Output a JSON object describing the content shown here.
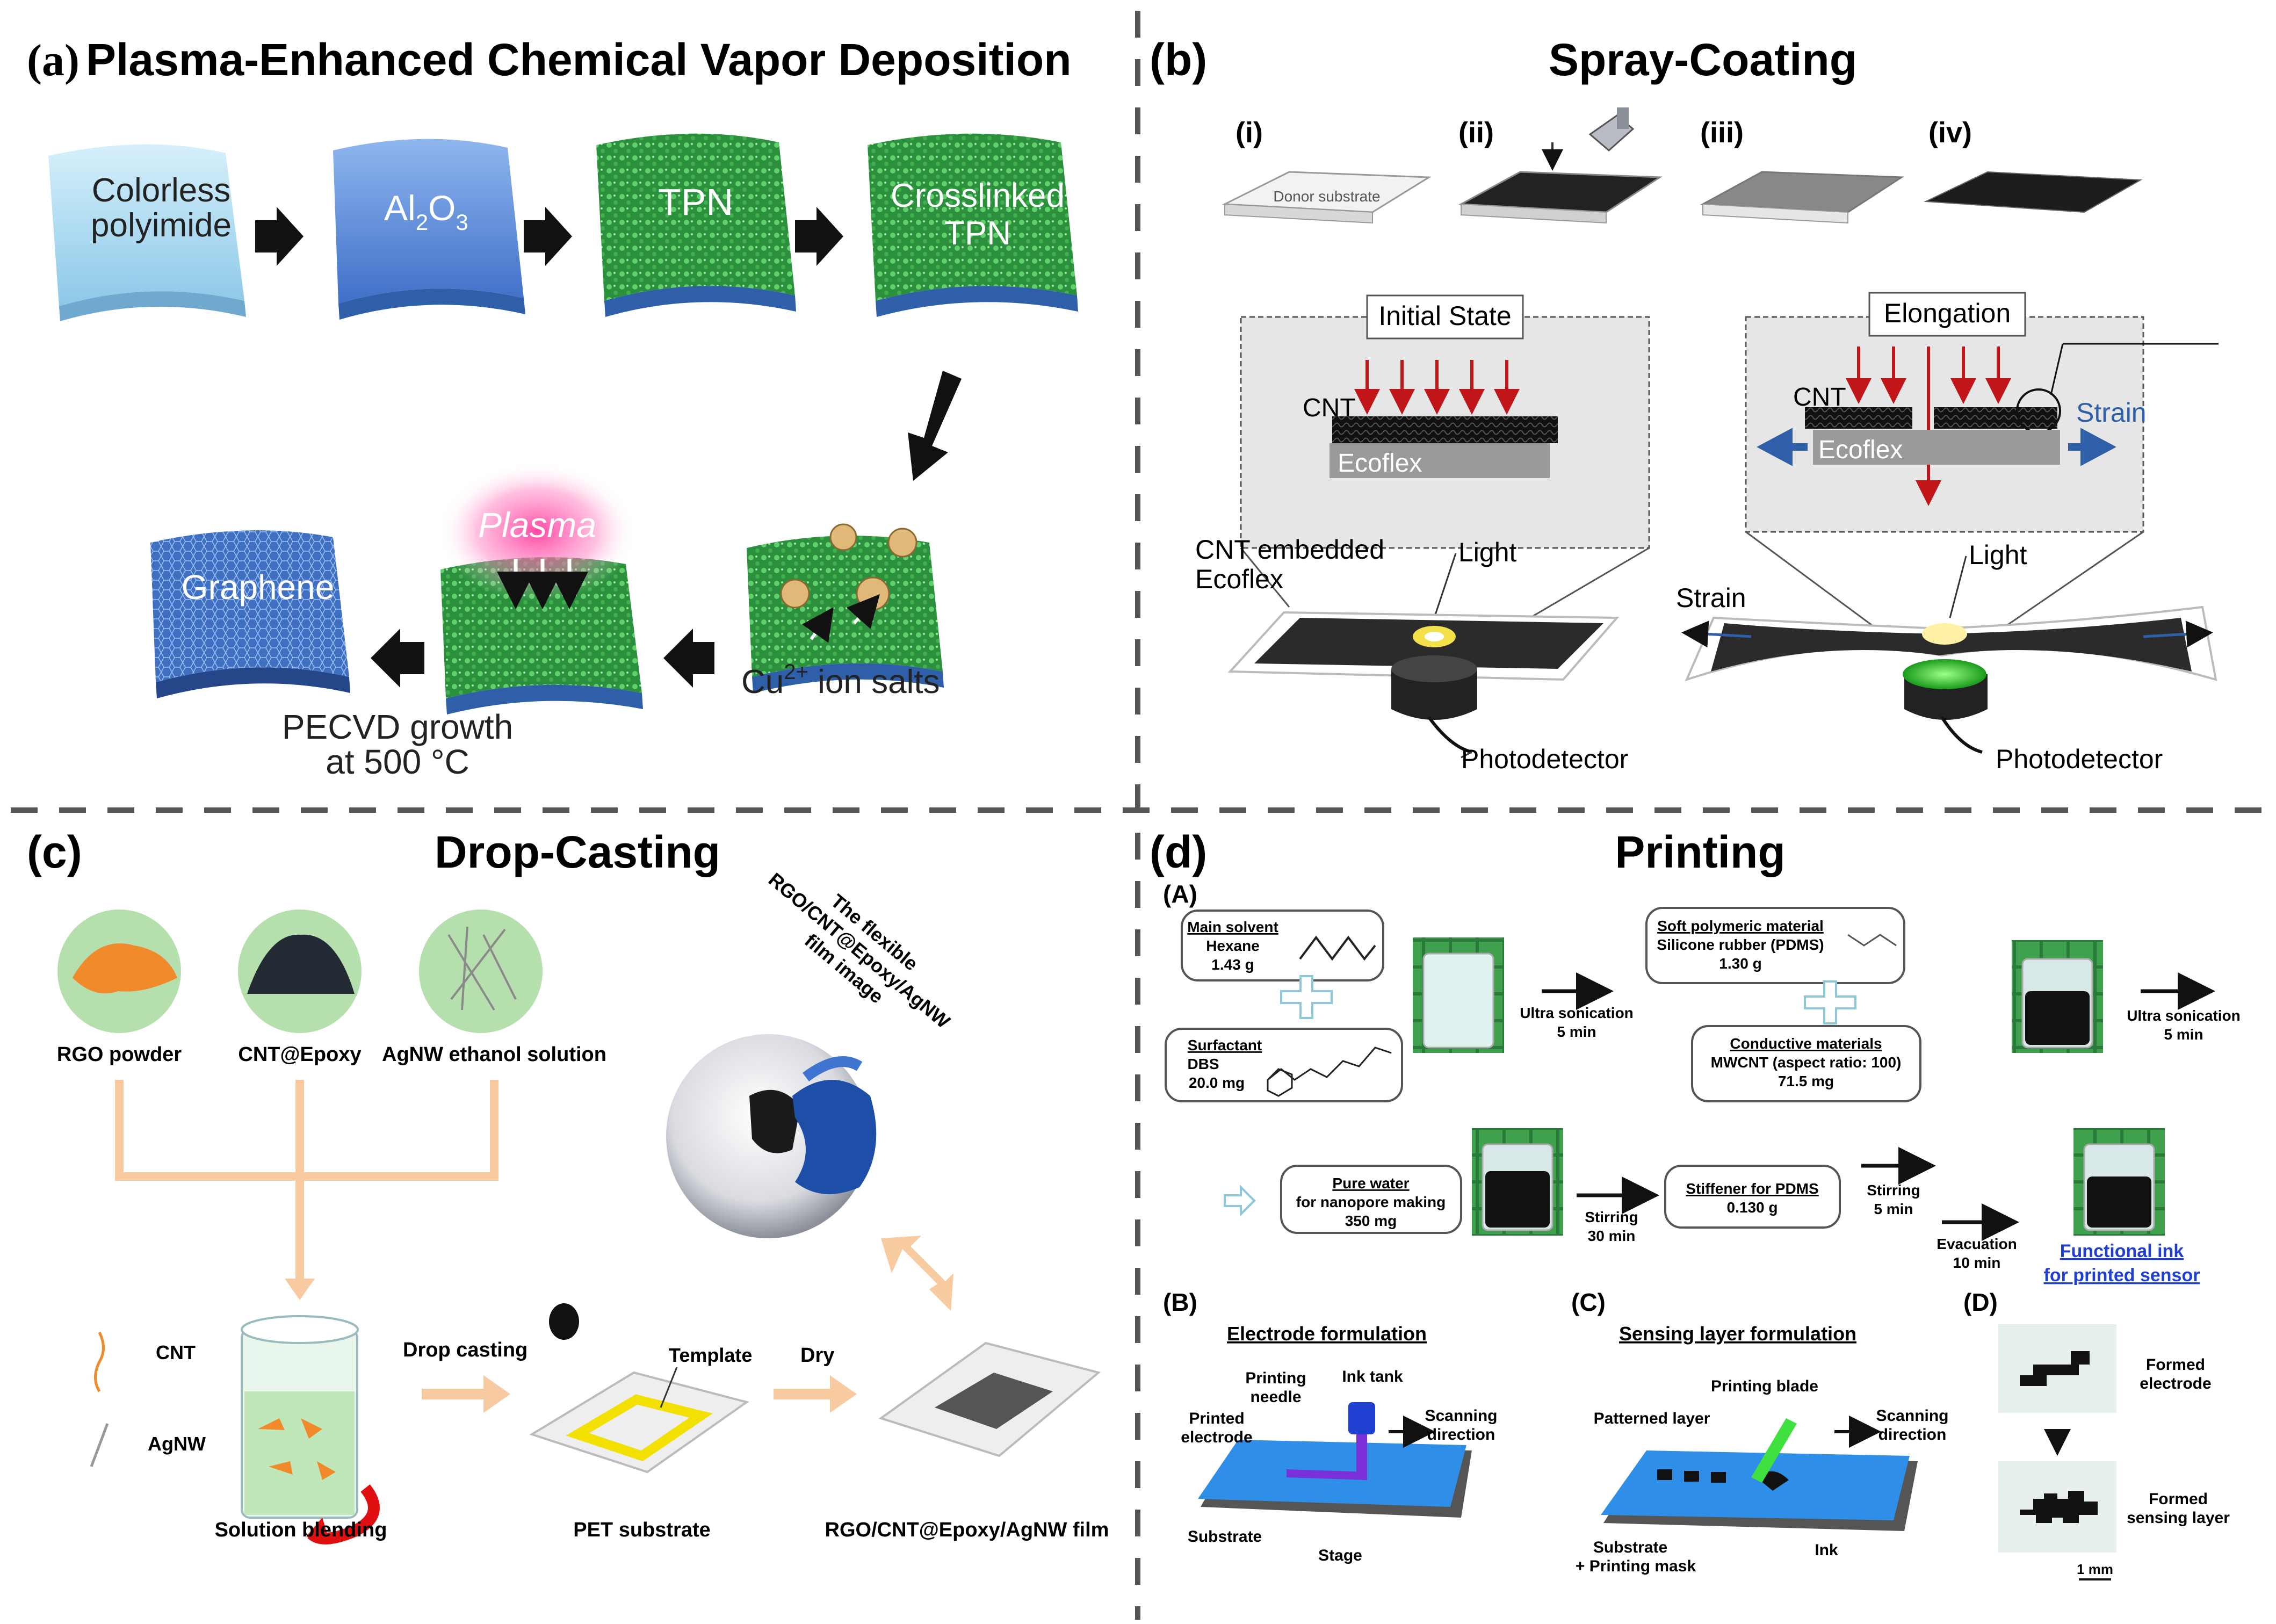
{
  "panel_a": {
    "label": "(a)",
    "title": "Plasma-Enhanced Chemical Vapor Deposition",
    "step1": [
      "Colorless",
      "polyimide"
    ],
    "step2_base": "Al",
    "step2_sub1": "2",
    "step2_mid": "O",
    "step2_sub2": "3",
    "step3": "TPN",
    "step4": [
      "Crosslinked",
      "TPN"
    ],
    "step5_base": "Cu",
    "step5_sup": "2+",
    "step5_rest": " ion salts",
    "plasma": "Plasma",
    "graphene": "Graphene",
    "growth": [
      "PECVD growth",
      "at 500 °C"
    ]
  },
  "panel_b": {
    "label": "(b)",
    "title": "Spray-Coating",
    "steps": [
      "(i)",
      "(ii)",
      "(iii)",
      "(iv)"
    ],
    "donor": "Donor substrate",
    "initial": "Initial State",
    "elongation": "Elongation",
    "cnt": "CNT",
    "ecoflex": "Ecoflex",
    "strain": "Strain",
    "embedded": [
      "CNT embedded",
      "Ecoflex"
    ],
    "light": "Light",
    "photodetector": "Photodetector"
  },
  "panel_c": {
    "label": "(c)",
    "title": "Drop-Casting",
    "rgo": "RGO powder",
    "cnt_epoxy": "CNT@Epoxy",
    "agnw_sol": "AgNW ethanol solution",
    "cnt": "CNT",
    "agnw": "AgNW",
    "blending": "Solution blending",
    "drop": "Drop casting",
    "template": "Template",
    "dry": "Dry",
    "pet": "PET substrate",
    "film": "RGO/CNT@Epoxy/AgNW film",
    "flex": [
      "The flexible",
      "RGO/CNT@Epoxy/AgNW",
      "film image"
    ]
  },
  "panel_d": {
    "label": "(d)",
    "title": "Printing",
    "A": "(A)",
    "B": "(B)",
    "C": "(C)",
    "D": "(D)",
    "main_solvent": [
      "Main solvent",
      "Hexane",
      "1.43 g"
    ],
    "surfactant": [
      "Surfactant",
      "DBS",
      "20.0 mg"
    ],
    "ultra1": [
      "Ultra sonication",
      "5 min"
    ],
    "soft": [
      "Soft polymeric material",
      "Silicone rubber (PDMS)",
      "1.30 g"
    ],
    "conductive": [
      "Conductive materials",
      "MWCNT (aspect ratio: 100)",
      "71.5 mg"
    ],
    "ultra2": [
      "Ultra sonication",
      "5 min"
    ],
    "pure_water": [
      "Pure water",
      "for nanopore making",
      "350 mg"
    ],
    "stirring1": [
      "Stirring",
      "30 min"
    ],
    "stiffener": [
      "Stiffener for PDMS",
      "0.130 g"
    ],
    "stirring2": [
      "Stirring",
      "5 min"
    ],
    "evacuation": [
      "Evacuation",
      "10 min"
    ],
    "functional": [
      "Functional ink",
      "for printed sensor"
    ],
    "electrode_title": "Electrode formulation",
    "printing_needle": [
      "Printing",
      "needle"
    ],
    "ink_tank": "Ink tank",
    "scanning": [
      "Scanning",
      "direction"
    ],
    "printed_electrode": [
      "Printed",
      "electrode"
    ],
    "substrate": "Substrate",
    "stage": "Stage",
    "sensing_title": "Sensing layer formulation",
    "printing_blade": "Printing blade",
    "patterned": "Patterned layer",
    "substrate_mask": [
      "Substrate",
      "+ Printing mask"
    ],
    "ink": "Ink",
    "formed_electrode": [
      "Formed",
      "electrode"
    ],
    "formed_sensing": [
      "Formed",
      "sensing layer"
    ],
    "scale": "1 mm"
  },
  "colors": {
    "blue_tile": "#5b8fd8",
    "green_mesh": "#2e9e3a",
    "plasma": "#e0157a",
    "peach": "#f7caa0",
    "dashed": "#555555",
    "red_arrow": "#c0161a",
    "strain_blue": "#2f5fa8",
    "link_blue": "#1f3fd0",
    "stage_blue": "#2f8fe8"
  }
}
